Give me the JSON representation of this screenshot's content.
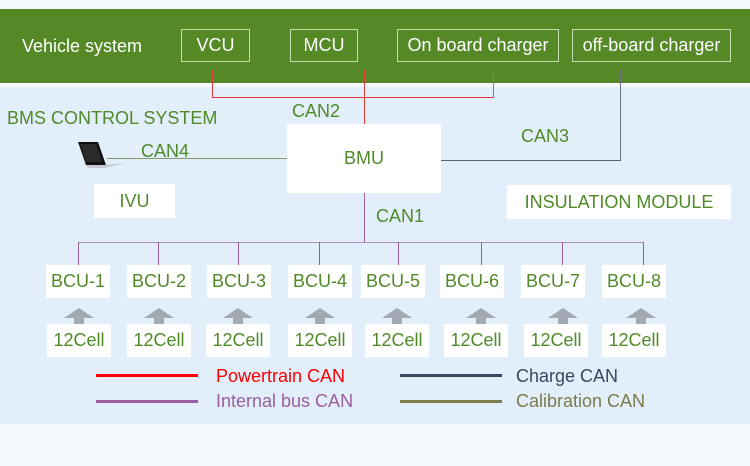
{
  "vehicle_system": {
    "label": "Vehicle system",
    "modules": [
      "VCU",
      "MCU",
      "On board charger",
      "off-board charger"
    ]
  },
  "bms": {
    "title": "BMS CONTROL SYSTEM",
    "bmu": "BMU",
    "ivu": "IVU",
    "insulation": "INSULATION MODULE",
    "laptop_icon": "laptop-icon"
  },
  "can_labels": {
    "can1": "CAN1",
    "can2": "CAN2",
    "can3": "CAN3",
    "can4": "CAN4"
  },
  "bcus": [
    "BCU-1",
    "BCU-2",
    "BCU-3",
    "BCU-4",
    "BCU-5",
    "BCU-6",
    "BCU-7",
    "BCU-8"
  ],
  "cells": [
    "12Cell",
    "12Cell",
    "12Cell",
    "12Cell",
    "12Cell",
    "12Cell",
    "12Cell",
    "12Cell"
  ],
  "legend": [
    {
      "label": "Powertrain CAN",
      "color": "#ff0000"
    },
    {
      "label": "Charge CAN",
      "color": "#3e4460"
    },
    {
      "label": "Internal bus CAN",
      "color": "#9b5fa0"
    },
    {
      "label": "Calibration CAN",
      "color": "#7b7b4c"
    }
  ],
  "colors": {
    "vehicle_band": "#548926",
    "panel": "#e3eefb",
    "text_green": "#4f8a28",
    "powertrain": "#ff0000",
    "charge": "#5a6070",
    "internal": "#9b5fa0",
    "calibration": "#8a9470"
  }
}
